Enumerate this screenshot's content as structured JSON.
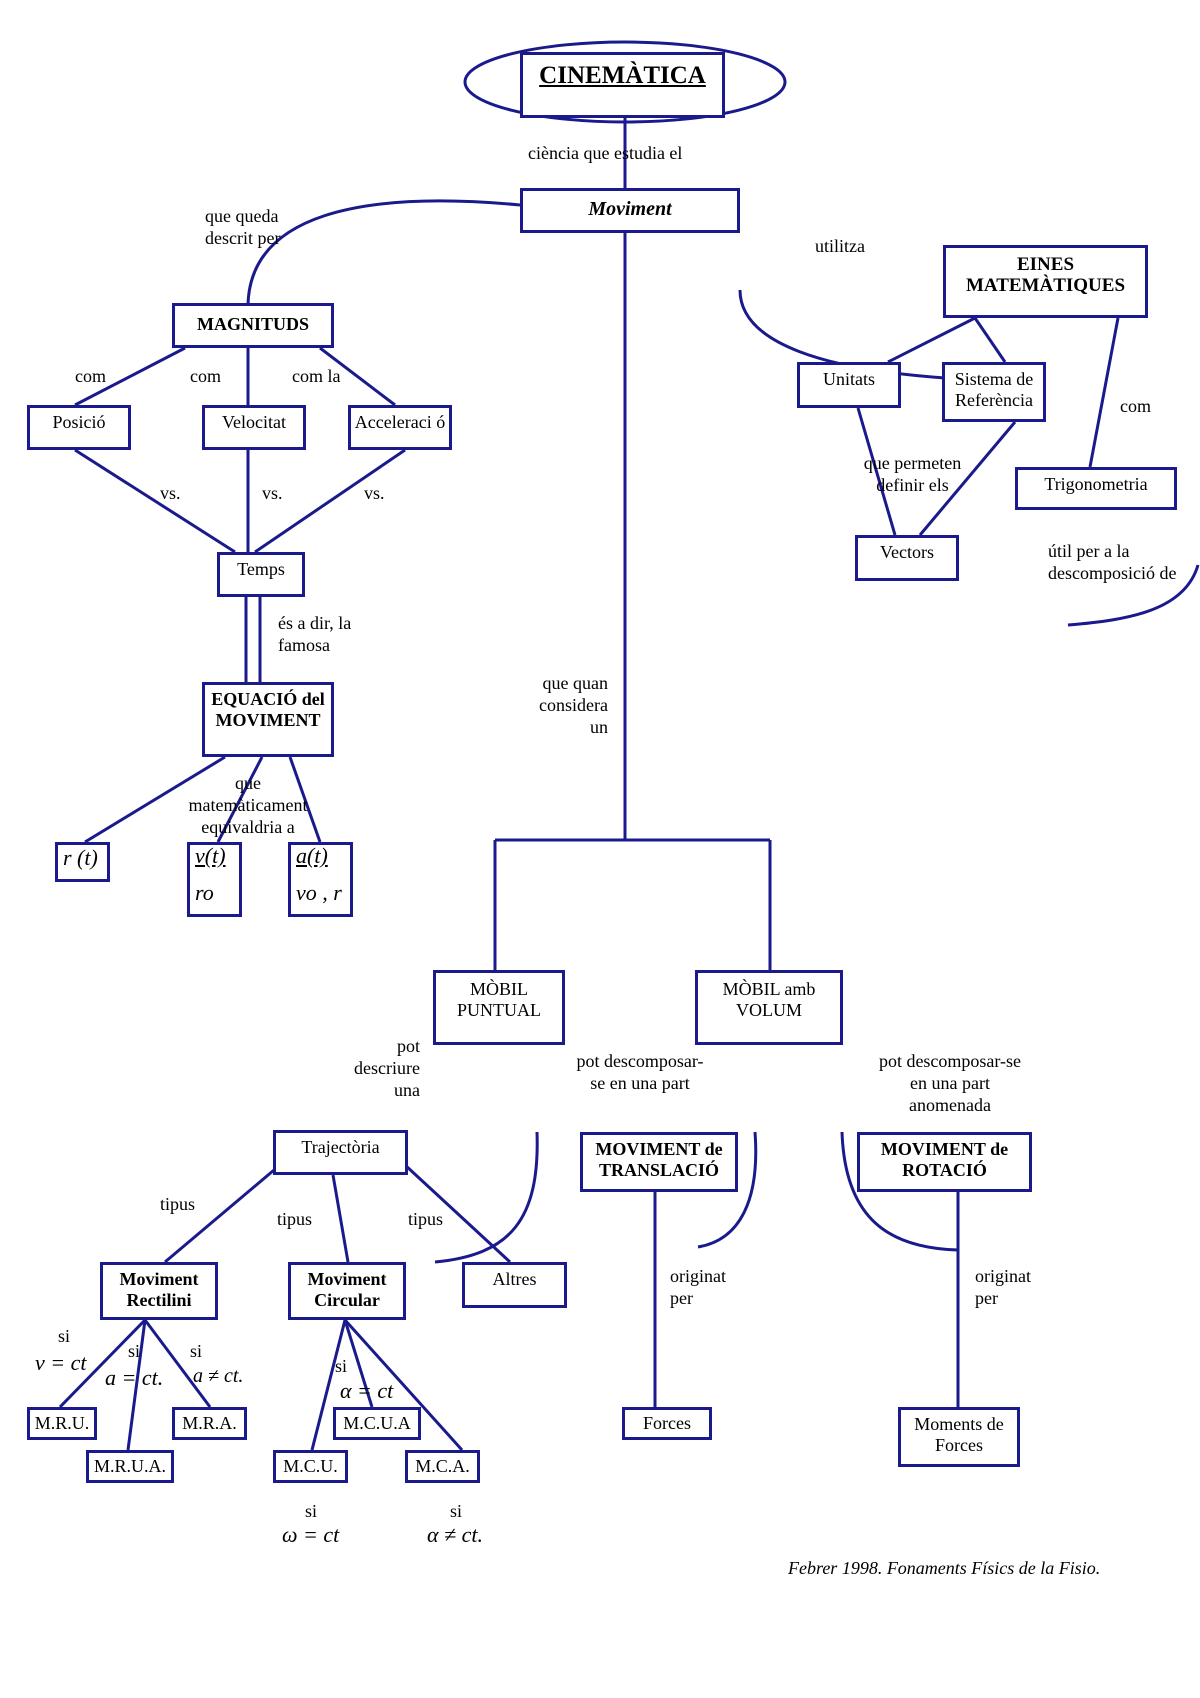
{
  "title": "CINEMÀTICA",
  "colors": {
    "line": "#1a1a8c",
    "text": "#000000"
  },
  "nodes": {
    "moviment": "Moviment",
    "magnituds": "MAGNITUDS",
    "posicio": "Posició",
    "velocitat": "Velocitat",
    "acceleracio": "Acceleraci ó",
    "temps": "Temps",
    "equacio": "EQUACIÓ del MOVIMENT",
    "eines": "EINES MATEMÀTIQUES",
    "unitats": "Unitats",
    "sistema": "Sistema de Referència",
    "vectors": "Vectors",
    "trigonometria": "Trigonometria",
    "mobil_puntual": "MÒBIL PUNTUAL",
    "mobil_volum": "MÒBIL amb VOLUM",
    "trajectoria": "Trajectòria",
    "moviment_translacio": "MOVIMENT de TRANSLACIÓ",
    "moviment_rotacio": "MOVIMENT de ROTACIÓ",
    "moviment_rectilini": "Moviment Rectilini",
    "moviment_circular": "Moviment Circular",
    "altres": "Altres",
    "mru": "M.R.U.",
    "mrua": "M.R.U.A.",
    "mra": "M.R.A.",
    "mcu": "M.C.U.",
    "mcua": "M.C.U.A",
    "mca": "M.C.A.",
    "forces": "Forces",
    "moments": "Moments de Forces"
  },
  "labels": {
    "ciencia": "ciència que estudia el",
    "que_queda": "que queda descrit per",
    "utilitza": "utilitza",
    "com1": "com",
    "com2": "com",
    "com_la": "com la",
    "vs1": "vs.",
    "vs2": "vs.",
    "vs3": "vs.",
    "es_a_dir": "és a dir, la famosa",
    "que_matematicament": "que matemàticament equivaldria a",
    "que_permeten": "que permeten definir els",
    "com_trig": "com",
    "util_per": "útil per a la descomposició de",
    "que_quan": "que quan considera un",
    "pot_descriure": "pot descriure una",
    "pot_descomposar": "pot descomposar-se en una part",
    "pot_descomposar_anomenada": "pot descomposar-se en una part anomenada",
    "tipus1": "tipus",
    "tipus2": "tipus",
    "tipus3": "tipus",
    "originat1": "originat per",
    "originat2": "originat per",
    "si1": "si",
    "si2": "si",
    "si3": "si",
    "si4": "si",
    "si5": "si",
    "si6": "si"
  },
  "math": {
    "r_t": "r (t)",
    "v_t": "v(t)",
    "r_o": "ro",
    "a_t": "a(t)",
    "vo_ro": "vo , r",
    "v_ct": "v = ct",
    "a_ct": "a = ct.",
    "a_nct": "a ≠ ct.",
    "alpha_ct": "α = ct",
    "omega_ct": "ω = ct",
    "alpha_nct": "α ≠ ct."
  },
  "footer": "Febrer 1998. Fonaments Físics de la Fisio."
}
